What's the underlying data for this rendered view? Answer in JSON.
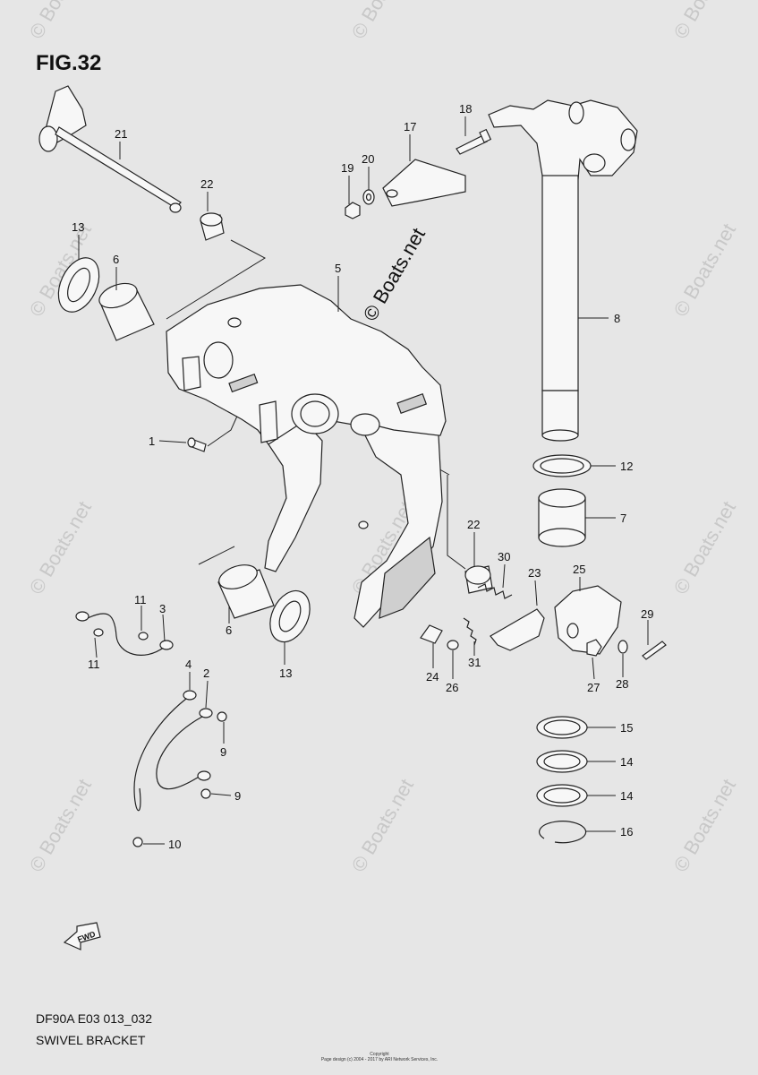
{
  "figure_label": "FIG.32",
  "model_code": "DF90A E03 013_032",
  "assembly_name": "SWIVEL BRACKET",
  "watermark_text": "© Boats.net",
  "fwd_label": "FWD",
  "copyright_line1": "Copyright",
  "copyright_line2": "Page design (c) 2004 - 2017 by ARI Network Services, Inc.",
  "callouts": {
    "c1": "1",
    "c2": "2",
    "c3": "3",
    "c4": "4",
    "c5": "5",
    "c6a": "6",
    "c6b": "6",
    "c7": "7",
    "c8": "8",
    "c9a": "9",
    "c9b": "9",
    "c10": "10",
    "c11a": "11",
    "c11b": "11",
    "c12": "12",
    "c13a": "13",
    "c13b": "13",
    "c14a": "14",
    "c14b": "14",
    "c15": "15",
    "c16": "16",
    "c17": "17",
    "c18": "18",
    "c19": "19",
    "c20": "20",
    "c21": "21",
    "c22a": "22",
    "c22b": "22",
    "c23": "23",
    "c24": "24",
    "c25": "25",
    "c26": "26",
    "c27": "27",
    "c28": "28",
    "c29": "29",
    "c30": "30",
    "c31": "31"
  }
}
